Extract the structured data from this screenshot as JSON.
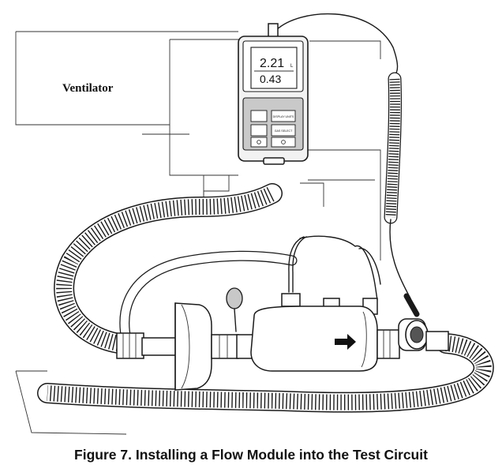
{
  "figure": {
    "caption": "Figure 7. Installing a Flow Module into the Test Circuit",
    "ventilator_label": "Ventilator"
  },
  "meter": {
    "top_value": "2.21",
    "top_unit": "L",
    "bottom_value": "0.43",
    "display_units_button": "DISPLAY UNITS",
    "gas_select_button": "GAS SELECT"
  }
}
